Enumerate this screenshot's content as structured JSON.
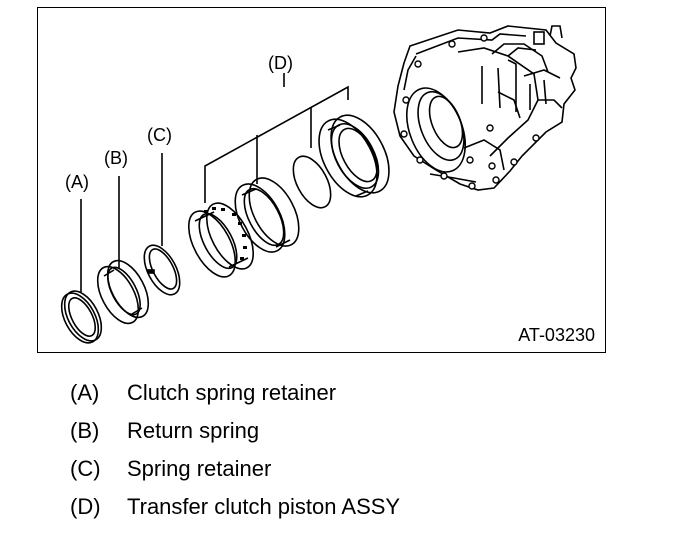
{
  "figure": {
    "code": "AT-03230",
    "callouts": {
      "a": "(A)",
      "b": "(B)",
      "c": "(C)",
      "d": "(D)"
    }
  },
  "legend": [
    {
      "key": "(A)",
      "text": "Clutch spring retainer"
    },
    {
      "key": "(B)",
      "text": "Return spring"
    },
    {
      "key": "(C)",
      "text": "Spring retainer"
    },
    {
      "key": "(D)",
      "text": "Transfer clutch piston ASSY"
    }
  ]
}
